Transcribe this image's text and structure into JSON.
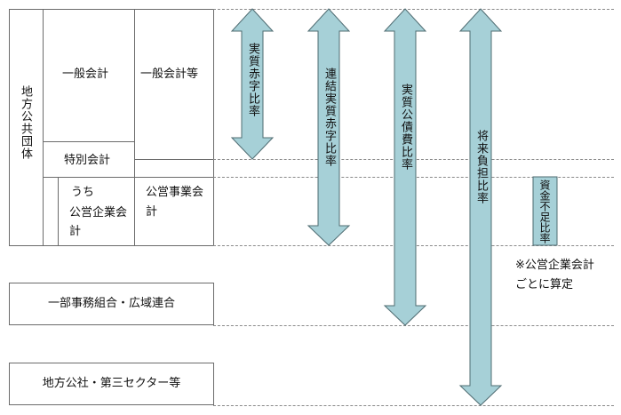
{
  "colors": {
    "arrow_fill": "#a6d0d7",
    "arrow_stroke": "#4f6c72",
    "box_border": "#6b6b6b",
    "dash": "#8a8a8a"
  },
  "org": {
    "local_gov": "地方公共団体",
    "general_account": "一般会計",
    "general_account_etc": "一般会計等",
    "special_account": "特別会計",
    "of_which": "うち",
    "public_enterprise_account": "公営企業会計",
    "public_enterprise": "公営事業会計"
  },
  "entities": {
    "partial_union": "一部事務組合・広域連合",
    "third_sector": "地方公社・第三セクター等"
  },
  "ratios": {
    "real_deficit": "実質赤字比率",
    "consolidated_deficit": "連結実質赤字比率",
    "real_debt_service": "実質公債費比率",
    "future_burden": "将来負担比率",
    "fund_shortage": "資金不足比率"
  },
  "note": {
    "line1": "※公営企業会計",
    "line2": "ごとに算定"
  }
}
